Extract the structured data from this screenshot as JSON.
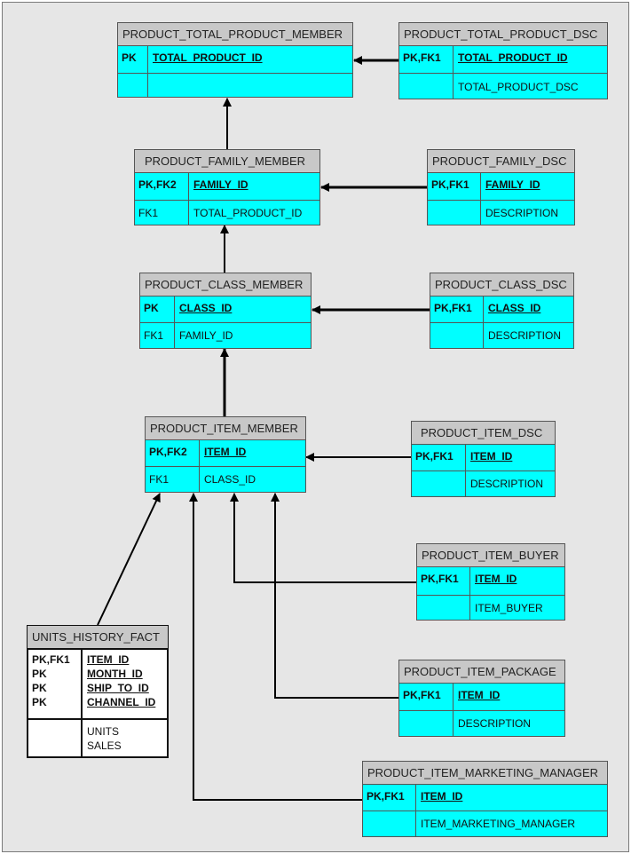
{
  "entities": {
    "total_member": {
      "name": "PRODUCT_TOTAL_PRODUCT_MEMBER",
      "pk_keys": [
        "PK"
      ],
      "pk_cols": [
        "TOTAL_PRODUCT_ID"
      ],
      "attr_keys": [
        ""
      ],
      "attr_cols": [
        ""
      ]
    },
    "total_dsc": {
      "name": "PRODUCT_TOTAL_PRODUCT_DSC",
      "pk_keys": [
        "PK,FK1"
      ],
      "pk_cols": [
        "TOTAL_PRODUCT_ID"
      ],
      "attr_keys": [
        ""
      ],
      "attr_cols": [
        "TOTAL_PRODUCT_DSC"
      ]
    },
    "family_member": {
      "name": "PRODUCT_FAMILY_MEMBER",
      "pk_keys": [
        "PK,FK2"
      ],
      "pk_cols": [
        "FAMILY_ID"
      ],
      "attr_keys": [
        "FK1"
      ],
      "attr_cols": [
        "TOTAL_PRODUCT_ID"
      ]
    },
    "family_dsc": {
      "name": "PRODUCT_FAMILY_DSC",
      "pk_keys": [
        "PK,FK1"
      ],
      "pk_cols": [
        "FAMILY_ID"
      ],
      "attr_keys": [
        ""
      ],
      "attr_cols": [
        "DESCRIPTION"
      ]
    },
    "class_member": {
      "name": "PRODUCT_CLASS_MEMBER",
      "pk_keys": [
        "PK"
      ],
      "pk_cols": [
        "CLASS_ID"
      ],
      "attr_keys": [
        "FK1"
      ],
      "attr_cols": [
        "FAMILY_ID"
      ]
    },
    "class_dsc": {
      "name": "PRODUCT_CLASS_DSC",
      "pk_keys": [
        "PK,FK1"
      ],
      "pk_cols": [
        "CLASS_ID"
      ],
      "attr_keys": [
        ""
      ],
      "attr_cols": [
        "DESCRIPTION"
      ]
    },
    "item_member": {
      "name": "PRODUCT_ITEM_MEMBER",
      "pk_keys": [
        "PK,FK2"
      ],
      "pk_cols": [
        "ITEM_ID"
      ],
      "attr_keys": [
        "FK1"
      ],
      "attr_cols": [
        "CLASS_ID"
      ]
    },
    "item_dsc": {
      "name": "PRODUCT_ITEM_DSC",
      "pk_keys": [
        "PK,FK1"
      ],
      "pk_cols": [
        "ITEM_ID"
      ],
      "attr_keys": [
        ""
      ],
      "attr_cols": [
        "DESCRIPTION"
      ]
    },
    "item_buyer": {
      "name": "PRODUCT_ITEM_BUYER",
      "pk_keys": [
        "PK,FK1"
      ],
      "pk_cols": [
        "ITEM_ID"
      ],
      "attr_keys": [
        ""
      ],
      "attr_cols": [
        "ITEM_BUYER"
      ]
    },
    "units_fact": {
      "name": "UNITS_HISTORY_FACT",
      "pk_keys": [
        "PK,FK1",
        "PK",
        "PK",
        "PK"
      ],
      "pk_cols": [
        "ITEM_ID",
        "MONTH_ID",
        "SHIP_TO_ID",
        "CHANNEL_ID"
      ],
      "attr_keys": [
        ""
      ],
      "attr_cols": [
        "UNITS",
        "SALES"
      ]
    },
    "item_package": {
      "name": "PRODUCT_ITEM_PACKAGE",
      "pk_keys": [
        "PK,FK1"
      ],
      "pk_cols": [
        "ITEM_ID"
      ],
      "attr_keys": [
        ""
      ],
      "attr_cols": [
        "DESCRIPTION"
      ]
    },
    "item_mktg": {
      "name": "PRODUCT_ITEM_MARKETING_MANAGER",
      "pk_keys": [
        "PK,FK1"
      ],
      "pk_cols": [
        "ITEM_ID"
      ],
      "attr_keys": [
        ""
      ],
      "attr_cols": [
        "ITEM_MARKETING_MANAGER"
      ]
    }
  },
  "colors": {
    "entity_fill": "#00ffff",
    "header_fill": "#c8c8c8",
    "canvas": "#e6e6e6",
    "line": "#000000"
  }
}
